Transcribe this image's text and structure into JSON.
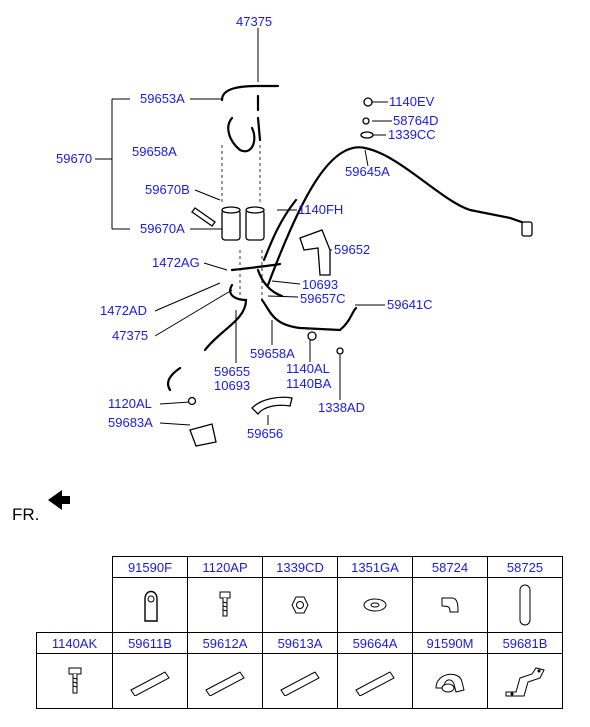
{
  "callouts": [
    {
      "id": "47375-top",
      "text": "47375"
    },
    {
      "id": "59653A",
      "text": "59653A"
    },
    {
      "id": "59658A-top",
      "text": "59658A"
    },
    {
      "id": "59670",
      "text": "59670"
    },
    {
      "id": "59670B",
      "text": "59670B"
    },
    {
      "id": "59670A",
      "text": "59670A"
    },
    {
      "id": "1140EV",
      "text": "1140EV"
    },
    {
      "id": "58764D",
      "text": "58764D"
    },
    {
      "id": "1339CC",
      "text": "1339CC"
    },
    {
      "id": "59645A",
      "text": "59645A"
    },
    {
      "id": "1140FH",
      "text": "1140FH"
    },
    {
      "id": "59652",
      "text": "59652"
    },
    {
      "id": "1472AG",
      "text": "1472AG"
    },
    {
      "id": "10693-top",
      "text": "10693"
    },
    {
      "id": "59657C",
      "text": "59657C"
    },
    {
      "id": "59641C",
      "text": "59641C"
    },
    {
      "id": "1472AD",
      "text": "1472AD"
    },
    {
      "id": "47375-bot",
      "text": "47375"
    },
    {
      "id": "59658A-bot",
      "text": "59658A"
    },
    {
      "id": "1140AL",
      "text": "1140AL"
    },
    {
      "id": "1140BA",
      "text": "1140BA"
    },
    {
      "id": "59655",
      "text": "59655"
    },
    {
      "id": "10693-bot",
      "text": "10693"
    },
    {
      "id": "1120AL",
      "text": "1120AL"
    },
    {
      "id": "1338AD",
      "text": "1338AD"
    },
    {
      "id": "59683A",
      "text": "59683A"
    },
    {
      "id": "59656",
      "text": "59656"
    }
  ],
  "front_marker": "FR.",
  "parts_table": {
    "row1": [
      "91590F",
      "1120AP",
      "1339CD",
      "1351GA",
      "58724",
      "58725"
    ],
    "row2": [
      "1140AK",
      "59611B",
      "59612A",
      "59613A",
      "59664A",
      "91590M",
      "59681B"
    ]
  }
}
